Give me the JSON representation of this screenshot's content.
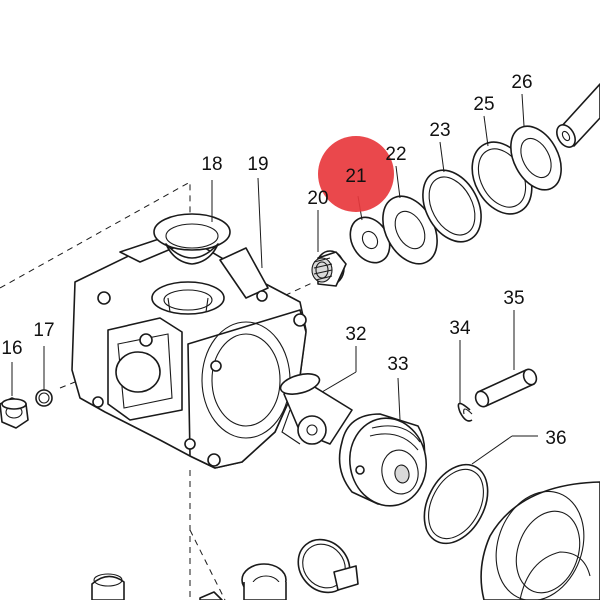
{
  "diagram": {
    "highlight_color": "#e8383d",
    "highlighted_part": "21",
    "callouts": [
      {
        "id": "16",
        "label": "16"
      },
      {
        "id": "17",
        "label": "17"
      },
      {
        "id": "18",
        "label": "18"
      },
      {
        "id": "19",
        "label": "19"
      },
      {
        "id": "20",
        "label": "20"
      },
      {
        "id": "21",
        "label": "21"
      },
      {
        "id": "22",
        "label": "22"
      },
      {
        "id": "23",
        "label": "23"
      },
      {
        "id": "25",
        "label": "25"
      },
      {
        "id": "26",
        "label": "26"
      },
      {
        "id": "32",
        "label": "32"
      },
      {
        "id": "33",
        "label": "33"
      },
      {
        "id": "34",
        "label": "34"
      },
      {
        "id": "35",
        "label": "35"
      },
      {
        "id": "36",
        "label": "36"
      }
    ]
  }
}
